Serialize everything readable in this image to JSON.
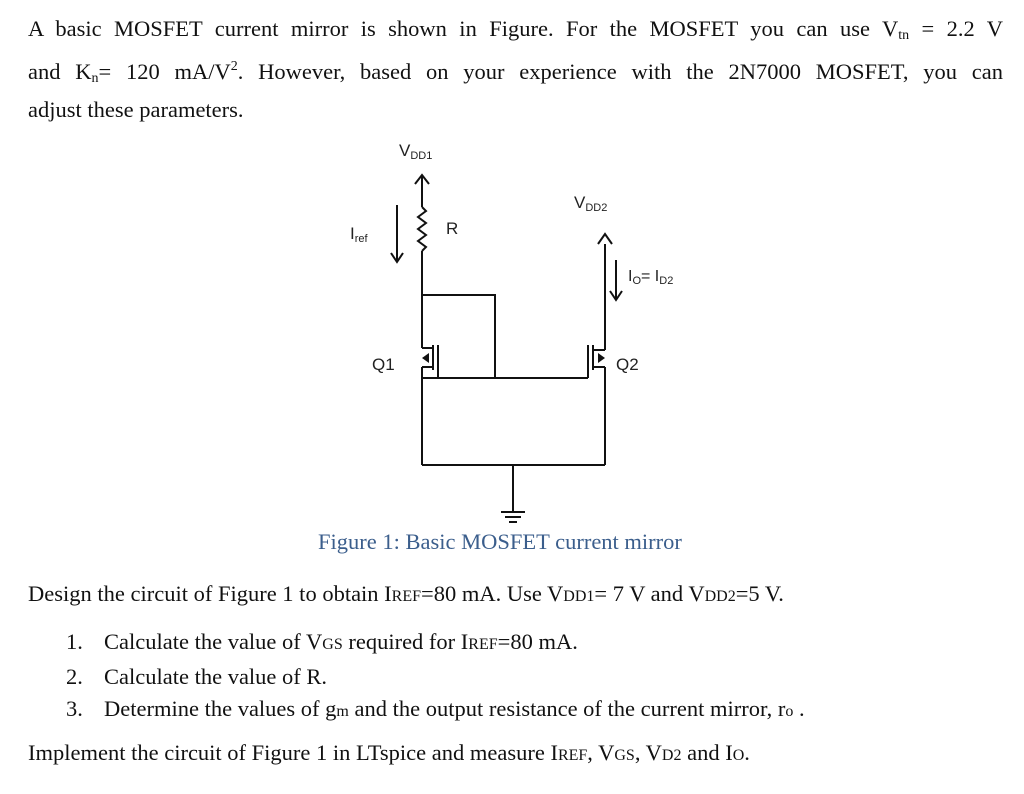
{
  "intro": {
    "line1_a": "A basic MOSFET current mirror is shown in Figure.  For the MOSFET you can use V",
    "line1_sub": "tn",
    "line1_b": " = 2.2 V",
    "line2_a": "and K",
    "line2_sub": "n",
    "line2_b": "= 120 mA/V",
    "line2_sup": "2",
    "line2_c": ".  However, based on your experience with the 2N7000 MOSFET, you can",
    "line3": "adjust these parameters."
  },
  "circuit": {
    "vdd1": {
      "main": "V",
      "sub": "DD1"
    },
    "vdd2": {
      "main": "V",
      "sub": "DD2"
    },
    "r": "R",
    "iref": {
      "main": "I",
      "sub": "ref"
    },
    "io": {
      "a": "I",
      "a_sub": "O",
      "eq": "= I",
      "b_sub": "D2"
    },
    "q1": "Q1",
    "q2": "Q2"
  },
  "caption": "Figure 1: Basic MOSFET current mirror",
  "design": {
    "a": "Design the circuit of Figure 1 to obtain I",
    "a_sub": "REF",
    "b": "=80 mA.  Use V",
    "b_sub": "DD1",
    "c": "= 7 V and V",
    "c_sub": "DD2",
    "d": "=5 V."
  },
  "tasks": [
    {
      "num": "1.",
      "a": "Calculate the value of V",
      "a_sub": "GS",
      "b": " required for I",
      "b_sub": "REF",
      "c": "=80 mA."
    },
    {
      "num": "2.",
      "a": "Calculate the value of R."
    },
    {
      "num": "3.",
      "a": "Determine the values of g",
      "a_sub": "m",
      "b": " and the output resistance of the current mirror, r",
      "b_sub": "o",
      "c": " ."
    }
  ],
  "implement": {
    "a": "Implement the circuit of Figure 1 in LTspice and measure I",
    "a_sub": "REF",
    "b": ", V",
    "b_sub": "GS",
    "c": ", V",
    "c_sub": "D2",
    "d": " and I",
    "d_sub": "O",
    "e": "."
  }
}
